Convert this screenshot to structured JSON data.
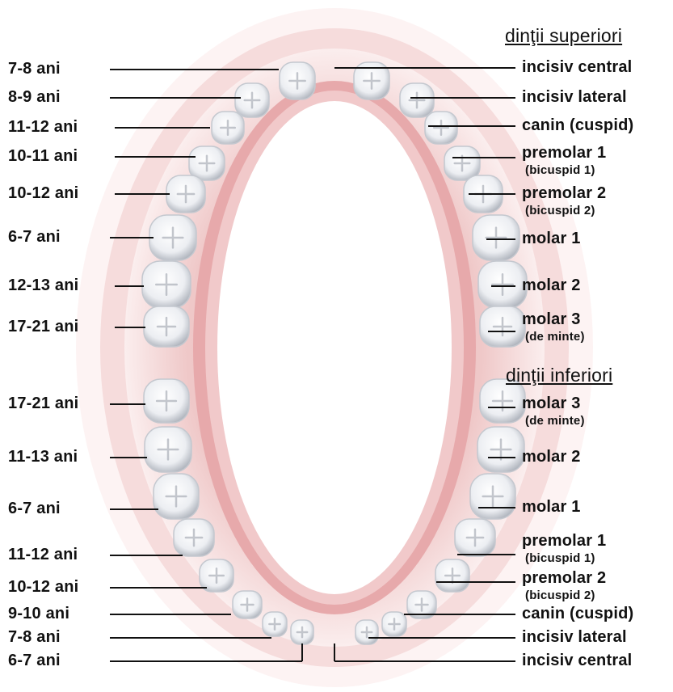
{
  "headings": {
    "upper": "dinţii superiori",
    "lower": "dinţii inferiori"
  },
  "upper_ages": [
    "7-8 ani",
    "8-9 ani",
    "11-12 ani",
    "10-11 ani",
    "10-12 ani",
    "6-7 ani",
    "12-13 ani",
    "17-21 ani"
  ],
  "upper_teeth": [
    {
      "name": "incisiv central"
    },
    {
      "name": "incisiv lateral"
    },
    {
      "name": "canin (cuspid)"
    },
    {
      "name": "premolar 1",
      "sub": "(bicuspid 1)"
    },
    {
      "name": "premolar 2",
      "sub": "(bicuspid 2)"
    },
    {
      "name": "molar 1"
    },
    {
      "name": "molar 2"
    },
    {
      "name": "molar 3",
      "sub": "(de minte)"
    }
  ],
  "lower_ages": [
    "17-21 ani",
    "11-13 ani",
    "6-7 ani",
    "11-12 ani",
    "10-12 ani",
    "9-10 ani",
    "7-8 ani",
    "6-7 ani"
  ],
  "lower_teeth": [
    {
      "name": "molar 3",
      "sub": "(de minte)"
    },
    {
      "name": "molar 2"
    },
    {
      "name": "molar 1"
    },
    {
      "name": "premolar 1",
      "sub": "(bicuspid 1)"
    },
    {
      "name": "premolar 2",
      "sub": "(bicuspid 2)"
    },
    {
      "name": "canin (cuspid)"
    },
    {
      "name": "incisiv lateral"
    },
    {
      "name": "incisiv central"
    }
  ],
  "colors": {
    "gum_outer": "#f6dcdc",
    "gum_inner": "#e2a3a6",
    "tooth": "#f4f4f6",
    "tooth_shade": "#b8bcc4",
    "line": "#111111"
  }
}
